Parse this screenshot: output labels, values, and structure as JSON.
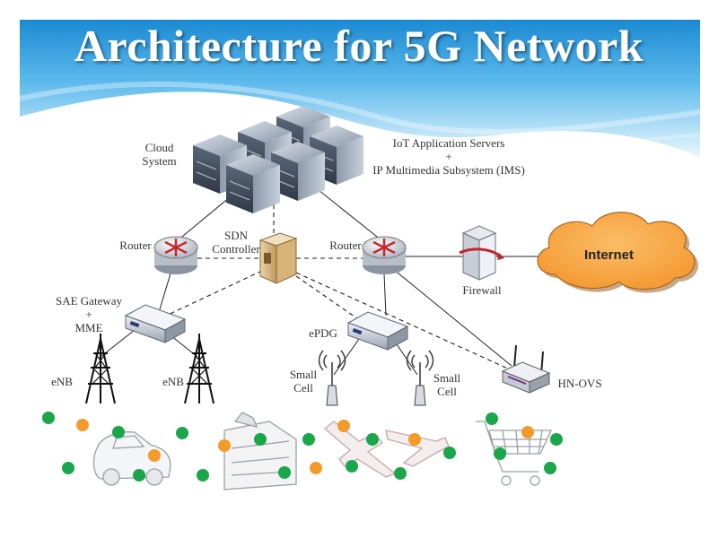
{
  "title": "Architecture for 5G Network",
  "labels": {
    "cloud_system": [
      "Cloud",
      "System"
    ],
    "iot_servers": [
      "IoT Application Servers",
      "+",
      "IP Multimedia Subsystem (IMS)"
    ],
    "router_left": "Router",
    "sdn_controller": [
      "SDN",
      "Controller"
    ],
    "router_right": "Router",
    "internet": "Internet",
    "firewall": "Firewall",
    "sae_gateway": [
      "SAE Gateway",
      "+",
      "MME"
    ],
    "epdg": "ePDG",
    "enb_left": "eNB",
    "enb_right": "eNB",
    "small_cell_left": [
      "Small",
      "Cell"
    ],
    "small_cell_right": [
      "Small",
      "Cell"
    ],
    "hn_ovs": "HN-OVS"
  },
  "colors": {
    "sky_top": "#1a8fd6",
    "sky_light": "#bfe6f7",
    "cloud_fill": "#f7a94a",
    "cloud_stroke": "#a8671e",
    "device_green": "#1aa64a",
    "device_orange": "#f39a2b"
  }
}
